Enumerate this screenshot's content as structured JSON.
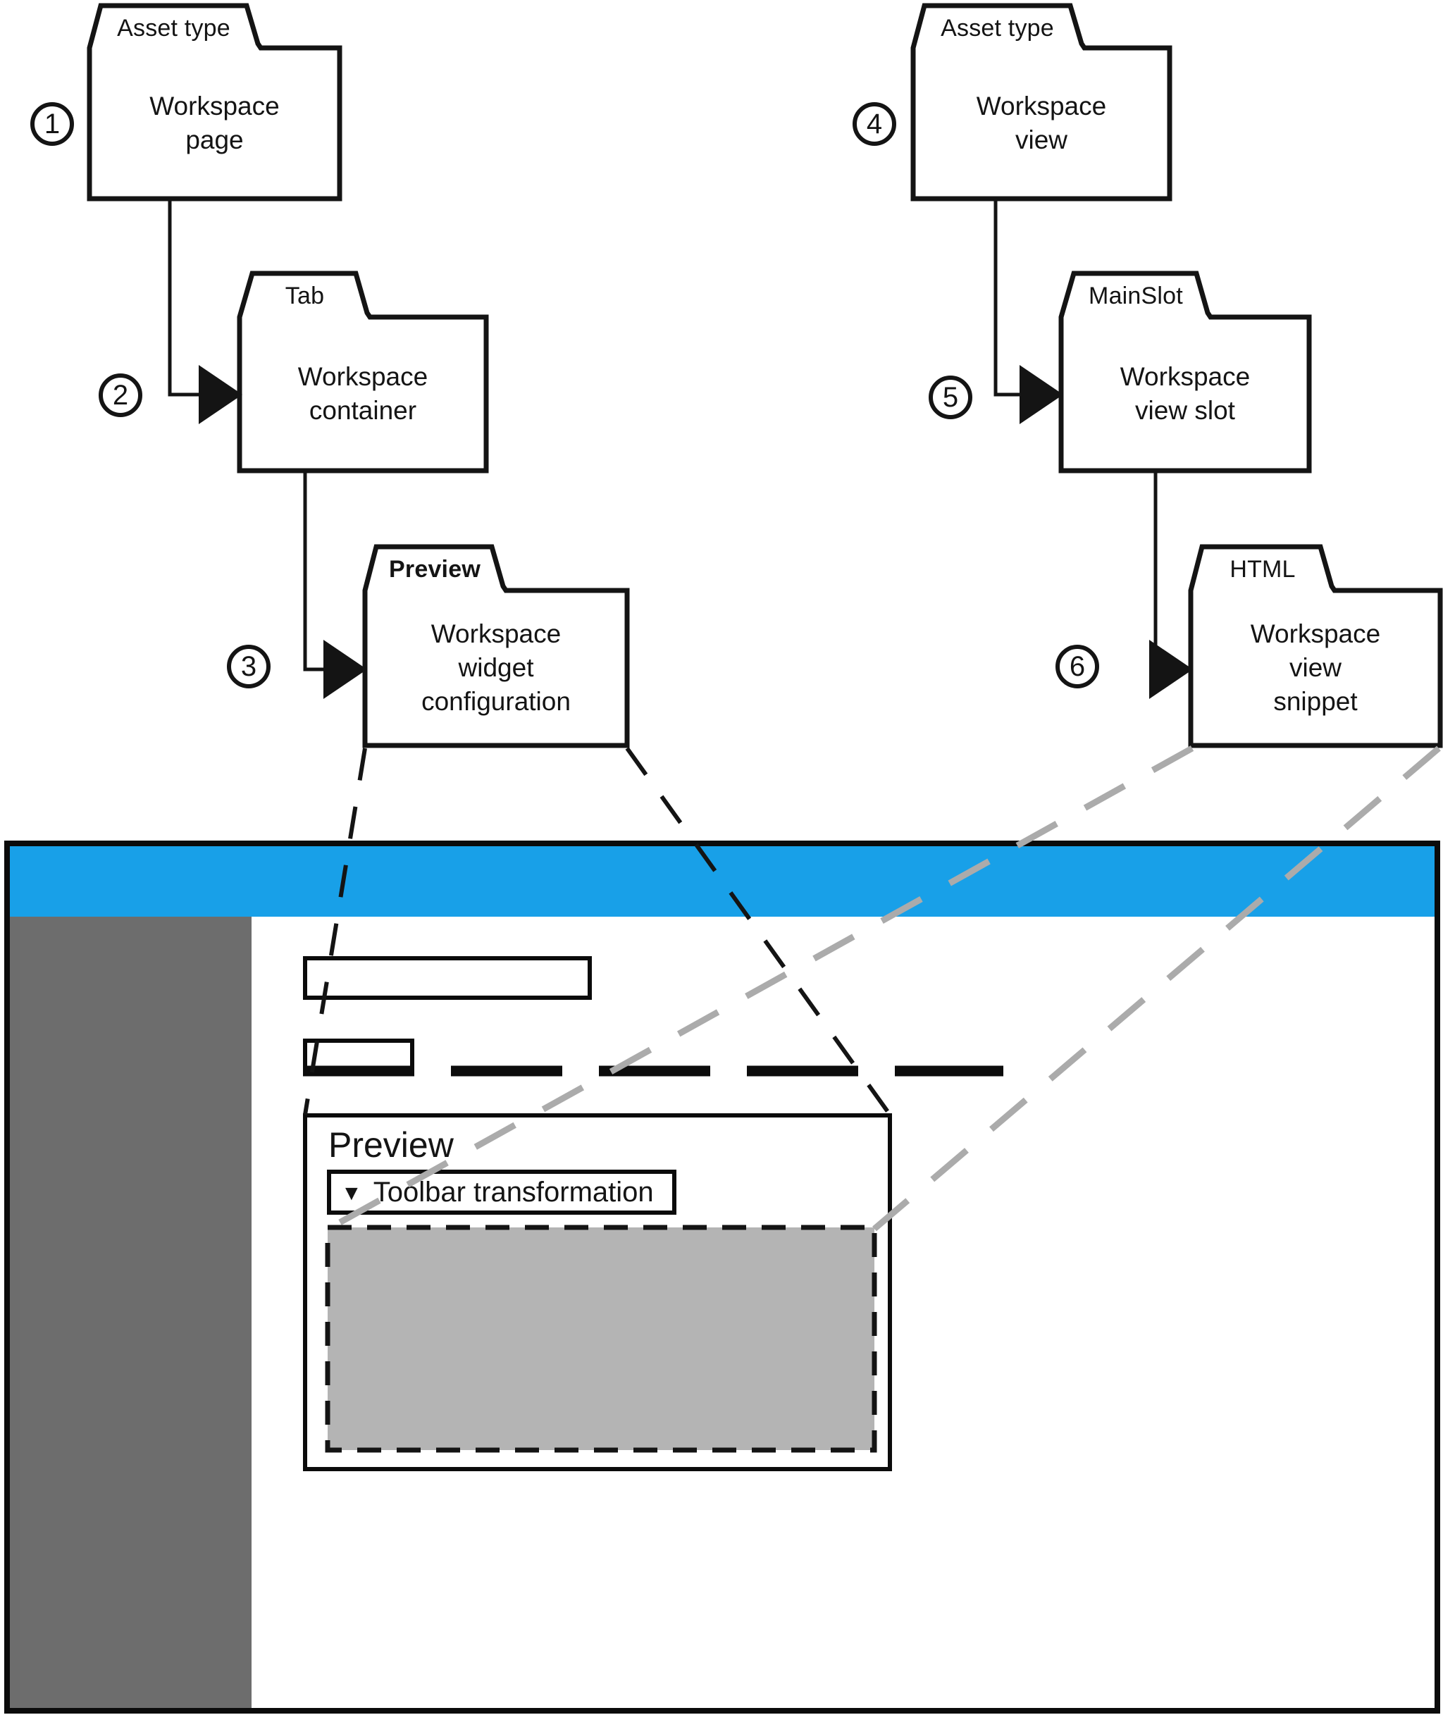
{
  "diagram": {
    "packages": [
      {
        "badge": "1",
        "tab_label": "Asset type",
        "body_label": "Workspace\npage"
      },
      {
        "badge": "2",
        "tab_label": "Tab",
        "body_label": "Workspace\ncontainer"
      },
      {
        "badge": "3",
        "tab_label": "Preview",
        "body_label": "Workspace\nwidget\nconfiguration"
      },
      {
        "badge": "4",
        "tab_label": "Asset type",
        "body_label": "Workspace\nview"
      },
      {
        "badge": "5",
        "tab_label": "MainSlot",
        "body_label": "Workspace\nview slot"
      },
      {
        "badge": "6",
        "tab_label": "HTML",
        "body_label": "Workspace\nview\nsnippet"
      }
    ]
  },
  "mockup": {
    "preview_title": "Preview",
    "toolbar": {
      "icon": "▼",
      "label": "Toolbar transformation"
    }
  },
  "colors": {
    "header_cyan": "#18a0e8",
    "sidebar_gray": "#6d6d6d",
    "placeholder_gray": "#b4b4b4",
    "dash_gray": "#ababab",
    "ink": "#141414"
  }
}
